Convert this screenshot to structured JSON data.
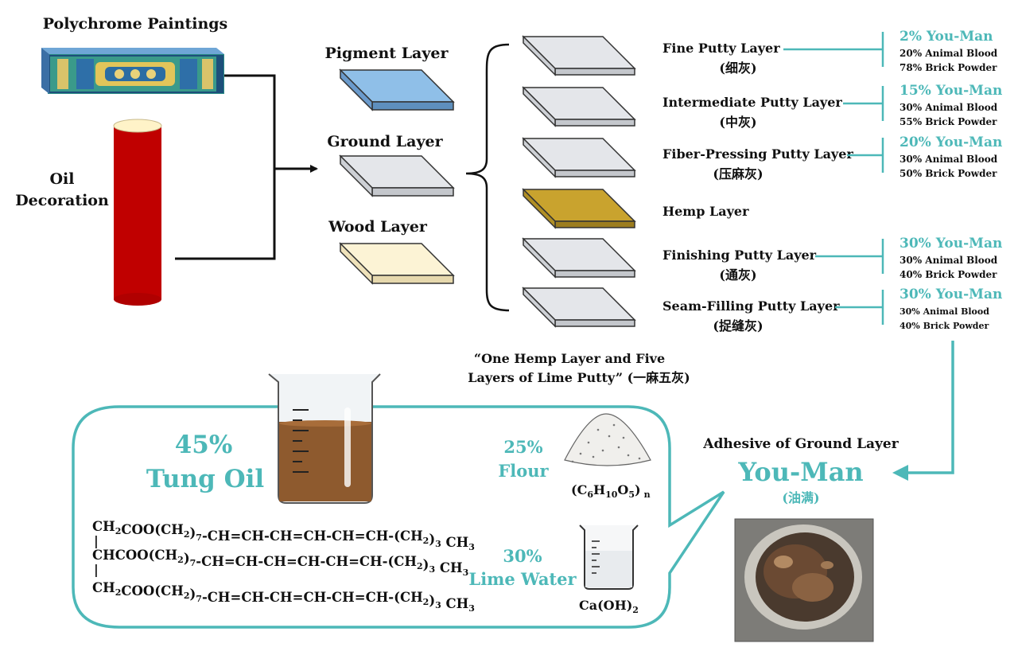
{
  "colors": {
    "teal": "#4db8b8",
    "black": "#111111",
    "pigment": "#8fbfe8",
    "ground": "#e4e6ea",
    "wood": "#fcf3d5",
    "hemp": "#c9a32e",
    "red_column": "#c00000",
    "beam_blue": "#3b6fa5",
    "oil_brown": "#8e5a2e"
  },
  "left": {
    "polychrome_label": "Polychrome Paintings",
    "oil_label_1": "Oil",
    "oil_label_2": "Decoration"
  },
  "middle": {
    "pigment_label": "Pigment Layer",
    "ground_label": "Ground Layer",
    "wood_label": "Wood Layer"
  },
  "layers": [
    {
      "name": "Fine Putty Layer",
      "cn": "(细灰)",
      "comp_main": "2% You-Man",
      "comp_1": "20% Animal Blood",
      "comp_2": "78% Brick Powder"
    },
    {
      "name": "Intermediate Putty Layer",
      "cn": "(中灰)",
      "comp_main": "15% You-Man",
      "comp_1": "30% Animal Blood",
      "comp_2": "55% Brick Powder"
    },
    {
      "name": "Fiber-Pressing Putty Layer",
      "cn": "(压麻灰)",
      "comp_main": "20% You-Man",
      "comp_1": "30% Animal Blood",
      "comp_2": "50% Brick Powder"
    },
    {
      "name": "Hemp Layer",
      "cn": "",
      "comp_main": "",
      "comp_1": "",
      "comp_2": ""
    },
    {
      "name": "Finishing Putty Layer",
      "cn": "(通灰)",
      "comp_main": "30% You-Man",
      "comp_1": "30% Animal Blood",
      "comp_2": "40% Brick Powder"
    },
    {
      "name": "Seam-Filling Putty Layer",
      "cn": "(捉缝灰)",
      "comp_main": "30% You-Man",
      "comp_1": "30% Animal Blood",
      "comp_2": "40% Brick Powder"
    }
  ],
  "caption": {
    "line1": "“One Hemp Layer and Five",
    "line2": "Layers of Lime Putty” (一麻五灰)"
  },
  "adhesive": {
    "title": "Adhesive of Ground Layer",
    "name": "You-Man",
    "cn": "(油满)"
  },
  "bubble": {
    "tung_pct": "45%",
    "tung_label": "Tung Oil",
    "flour_pct": "25%",
    "flour_label": "Flour",
    "flour_formula_pre": "(C",
    "flour_sub1": "6",
    "flour_mid1": "H",
    "flour_sub2": "10",
    "flour_mid2": "O",
    "flour_sub3": "5",
    "flour_post": ")",
    "flour_sub_n": "n",
    "lime_pct": "30%",
    "lime_label": "Lime Water",
    "lime_formula": "Ca(OH)",
    "lime_sub": "2",
    "formula_rows": [
      {
        "a": "CH",
        "a_sub": "2",
        "b": "COO(CH",
        "b_sub": "2",
        "c": ")",
        "c_sub": "7",
        "d": "-CH=CH-CH=CH-CH=CH-(CH",
        "d_sub": "2",
        "e": ")",
        "e_sub": "3",
        "f": " CH",
        "f_sub": "3"
      },
      {
        "a": "CH",
        "a_sub": "",
        "b": "COO(CH",
        "b_sub": "2",
        "c": ")",
        "c_sub": "7",
        "d": "-CH=CH-CH=CH-CH=CH-(CH",
        "d_sub": "2",
        "e": ")",
        "e_sub": "3",
        "f": " CH",
        "f_sub": "3"
      },
      {
        "a": "CH",
        "a_sub": "2",
        "b": "COO(CH",
        "b_sub": "2",
        "c": ")",
        "c_sub": "7",
        "d": "-CH=CH-CH=CH-CH=CH-(CH",
        "d_sub": "2",
        "e": ")",
        "e_sub": "3",
        "f": " CH",
        "f_sub": "3"
      }
    ],
    "bond": "|"
  }
}
